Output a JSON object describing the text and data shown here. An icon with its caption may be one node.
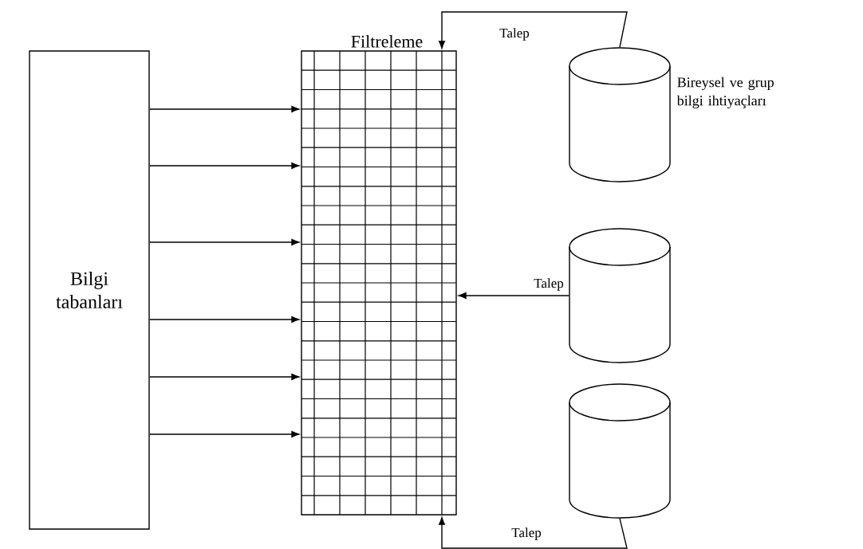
{
  "diagram": {
    "nodes": [
      {
        "text": [
          "Bilgi tabanları"
        ]
      },
      {
        "text": [
          "Filtreleme"
        ]
      },
      {
        "text": [],
        "shape": "cylinder",
        "beside": [
          "Bireysel ve grup bilgi ihtiyaçları"
        ]
      },
      {
        "text": [],
        "shape": "cylinder"
      },
      {
        "text": [],
        "shape": "cylinder"
      }
    ],
    "edges": [
      {
        "from": 0,
        "to": 1,
        "arrow": "to"
      },
      {
        "from": 0,
        "to": 1,
        "arrow": "to"
      },
      {
        "from": 0,
        "to": 1,
        "arrow": "to"
      },
      {
        "from": 0,
        "to": 1,
        "arrow": "to"
      },
      {
        "from": 0,
        "to": 1,
        "arrow": "to"
      },
      {
        "from": 0,
        "to": 1,
        "arrow": "to"
      },
      {
        "from": 2,
        "to": 1,
        "arrow": "to",
        "label": "Talep"
      },
      {
        "from": 3,
        "to": 1,
        "arrow": "to",
        "label": "Talep"
      },
      {
        "from": 4,
        "to": 1,
        "arrow": "to",
        "label": "Talep"
      }
    ]
  }
}
